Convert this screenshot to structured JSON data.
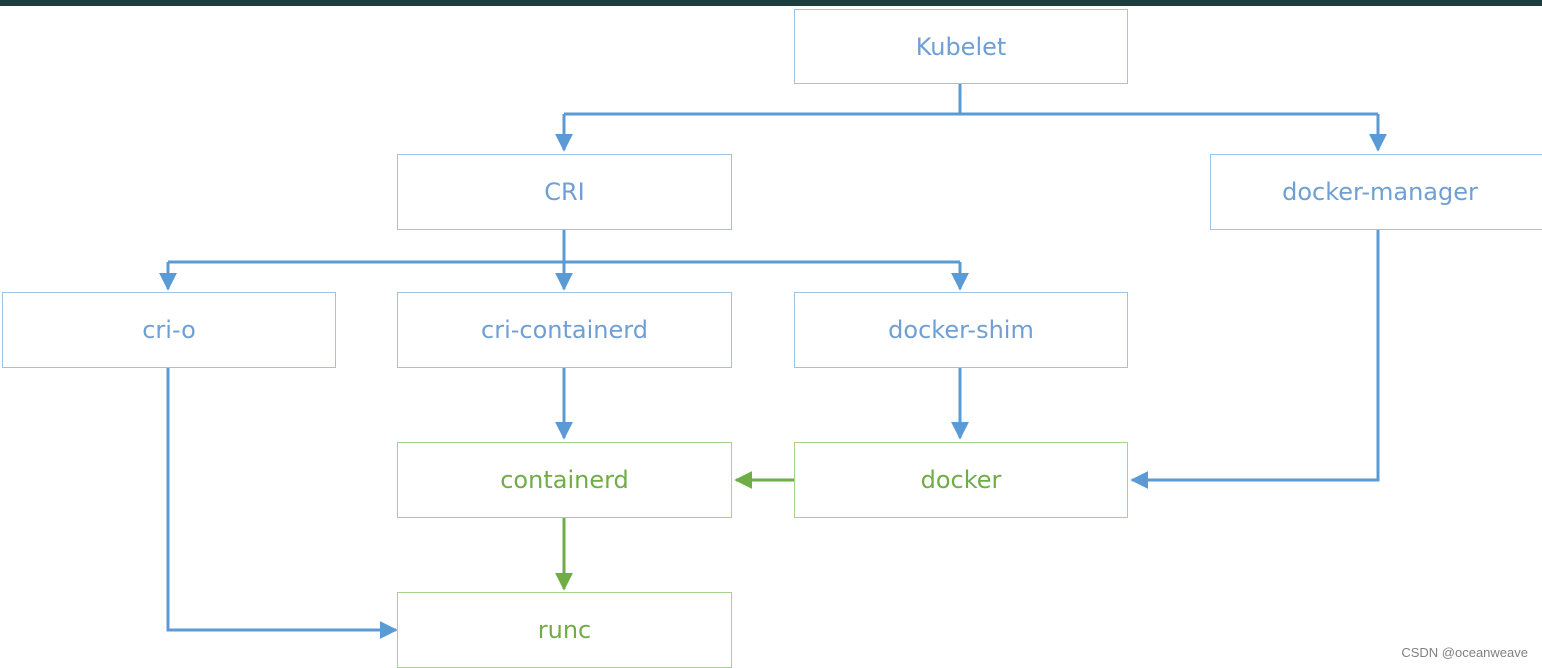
{
  "nodes": {
    "kubelet": "Kubelet",
    "cri": "CRI",
    "docker_manager": "docker-manager",
    "cri_o": "cri-o",
    "cri_containerd": "cri-containerd",
    "docker_shim": "docker-shim",
    "containerd": "containerd",
    "docker": "docker",
    "runc": "runc"
  },
  "colors": {
    "blue_line": "#5b9bd5",
    "blue_border": "#9dc3e6",
    "blue_text": "#6f9fd3",
    "green_line": "#70ad47",
    "green_border": "#a9d18e",
    "green_text": "#70ad47"
  },
  "watermark": "CSDN @oceanweave"
}
